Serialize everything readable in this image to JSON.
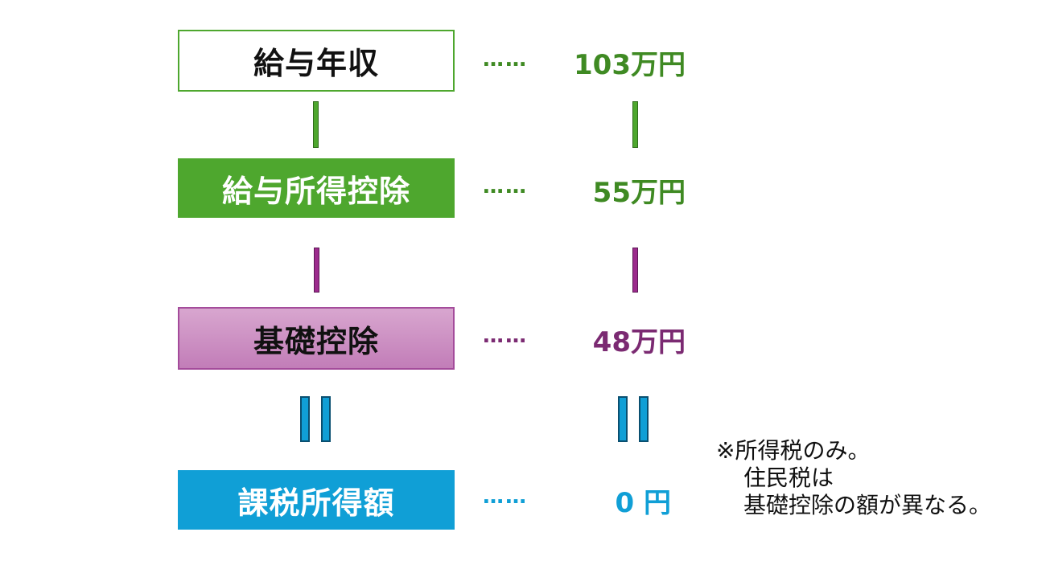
{
  "rows": [
    {
      "label": "給与年収",
      "value": "103万円",
      "color": "#3f8a23"
    },
    {
      "label": "給与所得控除",
      "value": "55万円",
      "color": "#3f8a23"
    },
    {
      "label": "基礎控除",
      "value": "48万円",
      "color": "#7b2a72"
    },
    {
      "label": "課税所得額",
      "value": "0 円",
      "color": "#109fd6"
    }
  ],
  "dots": "……",
  "note": {
    "line1": "※所得税のみ。",
    "line2": "住民税は",
    "line3": "基礎控除の額が異なる。"
  },
  "colors": {
    "green": "#4ea72e",
    "purple": "#9c2b8d",
    "pink": "#c27db8",
    "blue": "#109fd6"
  }
}
